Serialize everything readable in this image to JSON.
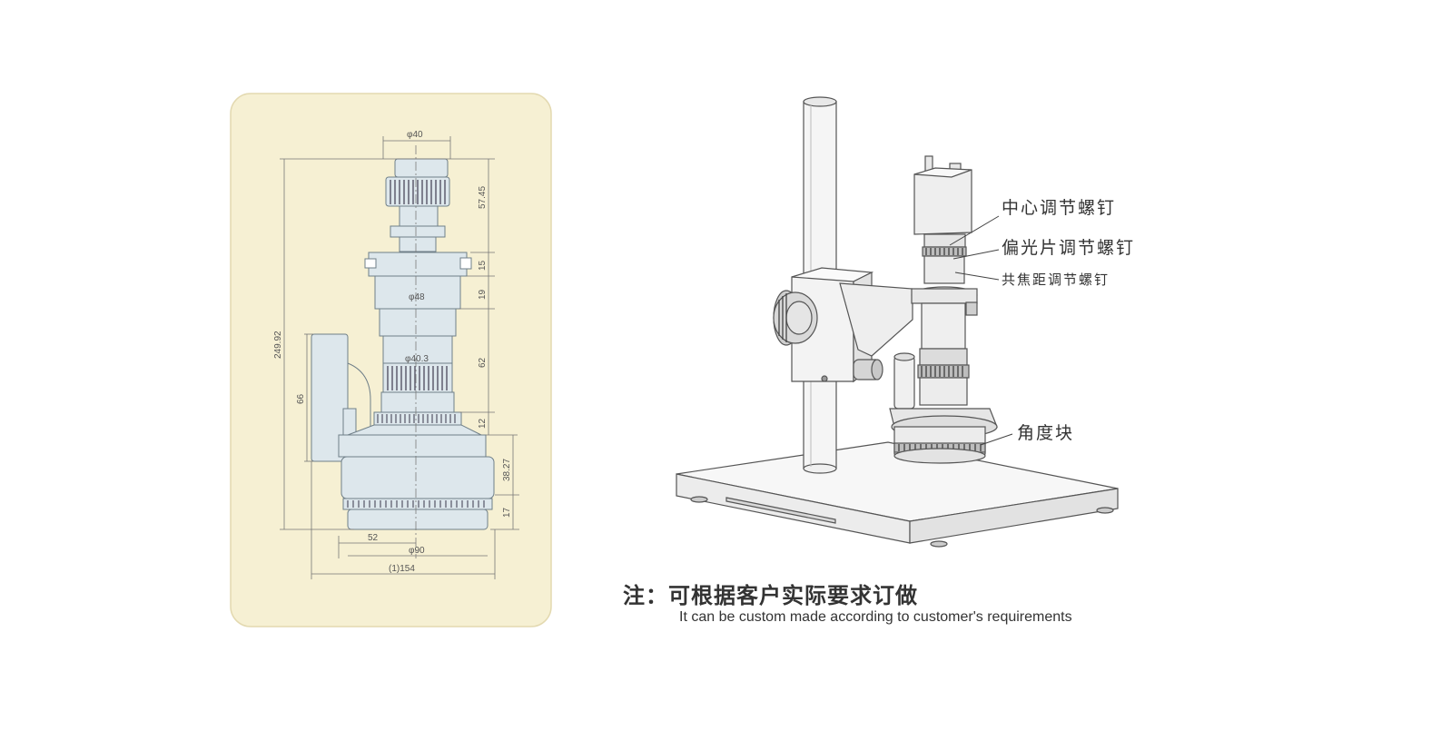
{
  "dimension_drawing": {
    "background_color": "#f6f0d3",
    "labels": {
      "d40": "φ40",
      "h5745": "57.45",
      "h15": "15",
      "d48": "φ48",
      "h19": "19",
      "total": "249.92",
      "d403": "φ40.3",
      "h62": "62",
      "h66": "66",
      "h12": "12",
      "h3827": "38.27",
      "h17": "17",
      "w52": "52",
      "d90": "φ90",
      "w154": "(1)154"
    }
  },
  "product_callouts": {
    "center_screw": "中心调节螺钉",
    "polarizer_screw": "偏光片调节螺钉",
    "confocal_screw": "共焦距调节螺钉",
    "angle_block": "角度块"
  },
  "note": {
    "chinese": "注：可根据客户实际要求订做",
    "english": "It can be custom made according to customer's requirements"
  }
}
